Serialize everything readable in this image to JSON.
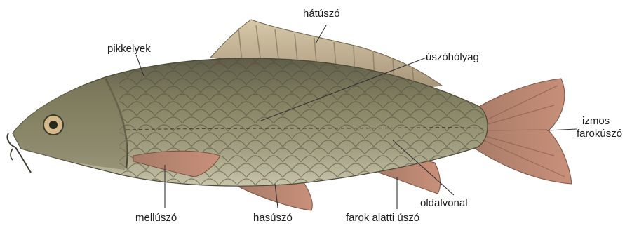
{
  "diagram": {
    "labels": {
      "dorsal_fin": "hátúszó",
      "scales": "pikkelyek",
      "swim_bladder": "úszóhólyag",
      "tail_fin_line1": "izmos",
      "tail_fin_line2": "farokúszó",
      "lateral_line": "oldalvonal",
      "pectoral_fin": "mellúszó",
      "pelvic_fin": "hasúszó",
      "anal_fin": "farok alatti úszó"
    },
    "colors": {
      "body": "#8b8868",
      "belly": "#b9b596",
      "back": "#6c6a52",
      "fin": "#b88470",
      "fin_dark": "#8e5d4e",
      "dorsal": "#c9b79a",
      "leader_line": "#333333"
    }
  }
}
